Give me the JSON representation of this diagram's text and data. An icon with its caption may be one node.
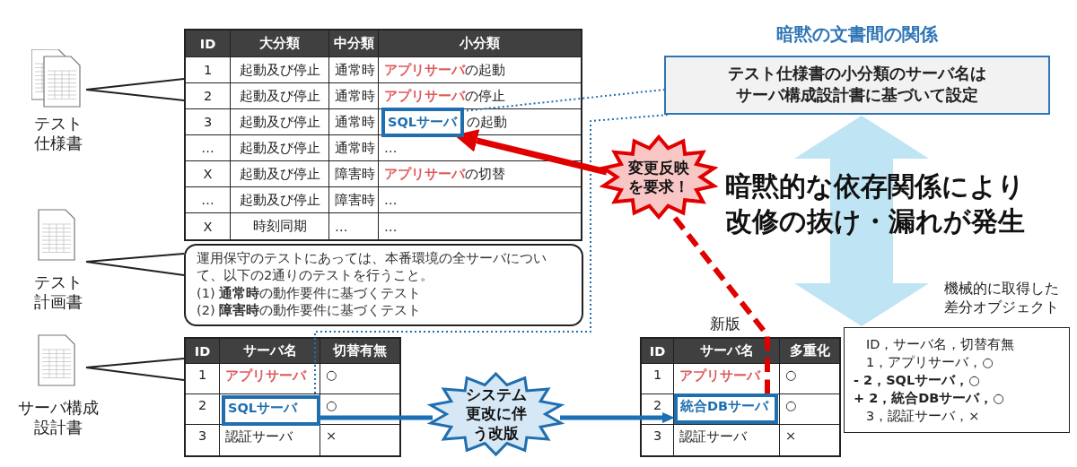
{
  "diagram": {
    "nodes": [
      {
        "text": [
          "テスト仕様書"
        ]
      },
      {
        "text": [
          "ID",
          "大分類",
          "中分類",
          "小分類",
          "1",
          "起動及び停止",
          "通常時",
          "**アプリサーバ**の起動",
          "2",
          "起動及び停止",
          "通常時",
          "**アプリサーバ**の停止",
          "3",
          "起動及び停止",
          "通常時",
          "の起動",
          "…",
          "起動及び停止",
          "通常時",
          "…",
          "X",
          "起動及び停止",
          "障害時",
          "**アプリサーバ**の切替",
          "…",
          "起動及び停止",
          "障害時",
          "…",
          "X",
          "時刻同期",
          "…",
          "…"
        ]
      },
      {
        "text": [
          "SQLサーバ"
        ],
        "in": 1
      },
      {
        "text": [
          "テスト計画書"
        ]
      },
      {
        "text": [
          "運用保守のテストにあっては、本番環境の全サーバについて、以下の2通りのテストを行うこと。",
          "(1) **通常時**の動作要件に基づくテスト",
          "(2) **障害時**の動作要件に基づくテスト"
        ]
      },
      {
        "text": [
          "サーバ構成設計書"
        ]
      },
      {
        "text": [
          "ID",
          "サーバ名",
          "切替有無",
          "1",
          "アプリサーバ",
          "○",
          "2",
          "○",
          "3",
          "認証サーバ",
          "×"
        ]
      },
      {
        "text": [
          "SQLサーバ"
        ],
        "in": 6
      },
      {
        "text": [
          "システム更改に伴う改版"
        ]
      },
      {
        "text": [
          "ID",
          "サーバ名",
          "多重化",
          "1",
          "アプリサーバ",
          "○",
          "2",
          "○",
          "3",
          "認証サーバ",
          "×"
        ],
        "beside": [
          "新版"
        ]
      },
      {
        "text": [
          "統合DBサーバ"
        ],
        "in": 9
      },
      {
        "text": [
          "変更反映を要求！"
        ]
      },
      {
        "text": [
          "暗黙の文書間の関係",
          "テスト仕様書の小分類のサーバ名はサーバ構成設計書に基づいて設定"
        ]
      },
      {
        "text": [
          "機械的に取得した差分オブジェクト",
          "ID，サーバ名，切替有無",
          "1，アプリサーバ，○",
          "- 2，SQLサーバ，○",
          "+ 2，統合DBサーバ，○",
          "3，認証サーバ，×"
        ]
      }
    ],
    "edges": [
      {
        "from": 0,
        "to": 1,
        "arrow": "none"
      },
      {
        "from": 3,
        "to": 4,
        "arrow": "none"
      },
      {
        "from": 5,
        "to": 6,
        "arrow": "none"
      },
      {
        "from": 2,
        "to": 12,
        "arrow": "none",
        "style": "dashed",
        "color": "#1f6fb0"
      },
      {
        "from": 7,
        "to": 12,
        "arrow": "none",
        "style": "dashed",
        "color": "#1f6fb0"
      },
      {
        "from": 7,
        "to": 8,
        "arrow": "none",
        "style": "thick",
        "color": "#1a6fb5"
      },
      {
        "from": 8,
        "to": 10,
        "arrow": "to",
        "style": "thick",
        "color": "#1a6fb5"
      },
      {
        "from": 10,
        "to": 11,
        "arrow": "none",
        "style": "dashed",
        "color": "#e00000"
      },
      {
        "from": 11,
        "to": 2,
        "arrow": "to",
        "style": "thick",
        "color": "#e00000"
      },
      {
        "from": 12,
        "to": 13,
        "arrow": "both",
        "label": "暗黙的な依存関係により改修の抜け・漏れが発生",
        "style": "thick",
        "color": "#bfe4f4"
      }
    ]
  }
}
